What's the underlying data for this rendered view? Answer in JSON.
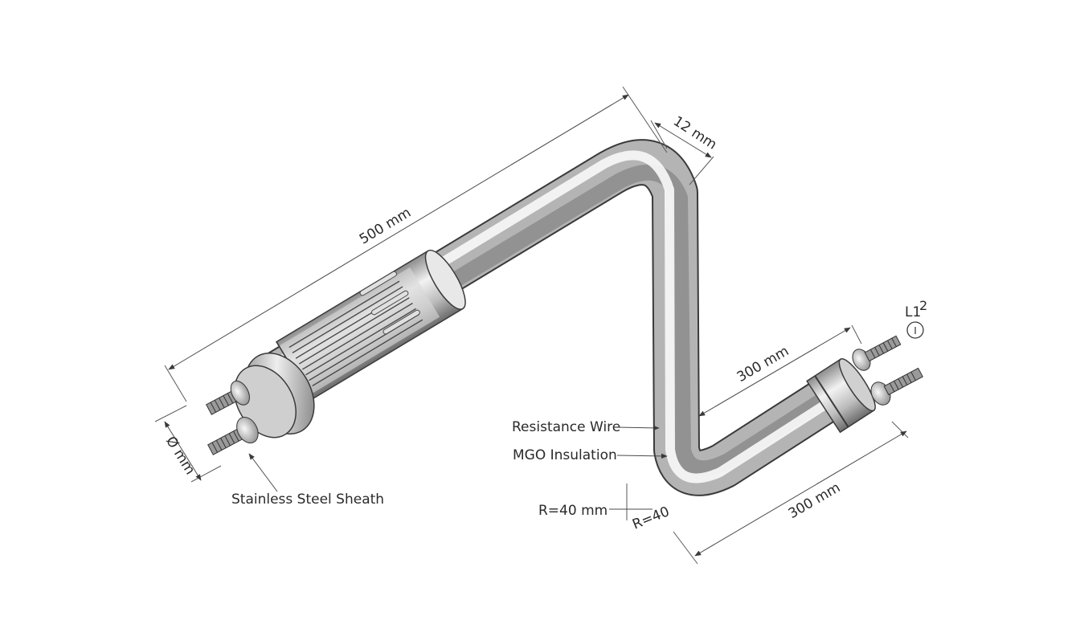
{
  "labels": {
    "len_500": "500 mm",
    "dia_12": "12 mm",
    "len_300_upper": "300 mm",
    "len_300_lower": "300 mm",
    "dia_left": "Ø mm",
    "sheath": "Stainless Steel Sheath",
    "wire": "Resistance Wire",
    "insulation": "MGO Insulation",
    "radius": "R=40 mm",
    "radius_short": "R=40",
    "terminal": "L1",
    "terminal_sup": "2",
    "terminal_symbol": "I"
  },
  "colors": {
    "line": "#4a4a4a",
    "text": "#2a2a2a",
    "tube_light": "#f4f4f4",
    "tube_mid": "#b9b9b9",
    "tube_dark": "#6a6a6a",
    "outline": "#3a3a3a"
  }
}
